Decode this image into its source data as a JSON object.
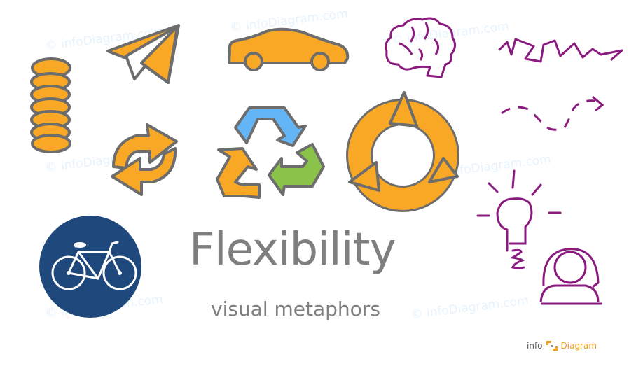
{
  "slide": {
    "title": "Flexibility",
    "subtitle": "visual metaphors"
  },
  "watermark": {
    "text": "© infoDiagram.com",
    "color": "#e6f3fc"
  },
  "logo": {
    "left_text": "info",
    "right_text": "Diagram",
    "accent_color": "#f39c1e"
  },
  "icons": [
    {
      "name": "spring-icon",
      "color": "#f9a825"
    },
    {
      "name": "paper-plane-icon",
      "color": "#f9a825"
    },
    {
      "name": "car-icon",
      "color": "#f9a825"
    },
    {
      "name": "brain-icon",
      "color": "#8b1a7e"
    },
    {
      "name": "zigzag-line-icon",
      "color": "#8b1a7e"
    },
    {
      "name": "dashed-arrow-icon",
      "color": "#8b1a7e"
    },
    {
      "name": "refresh-arrows-icon",
      "color": "#f9a825"
    },
    {
      "name": "recycle-icon",
      "colors": [
        "#64b5f6",
        "#8bc34a",
        "#f9a825"
      ]
    },
    {
      "name": "circular-arrows-icon",
      "color": "#f9a825"
    },
    {
      "name": "lightbulb-icon",
      "color": "#8b1a7e"
    },
    {
      "name": "person-icon",
      "color": "#8b1a7e"
    },
    {
      "name": "bicycle-icon",
      "color": "#1f497d"
    }
  ]
}
